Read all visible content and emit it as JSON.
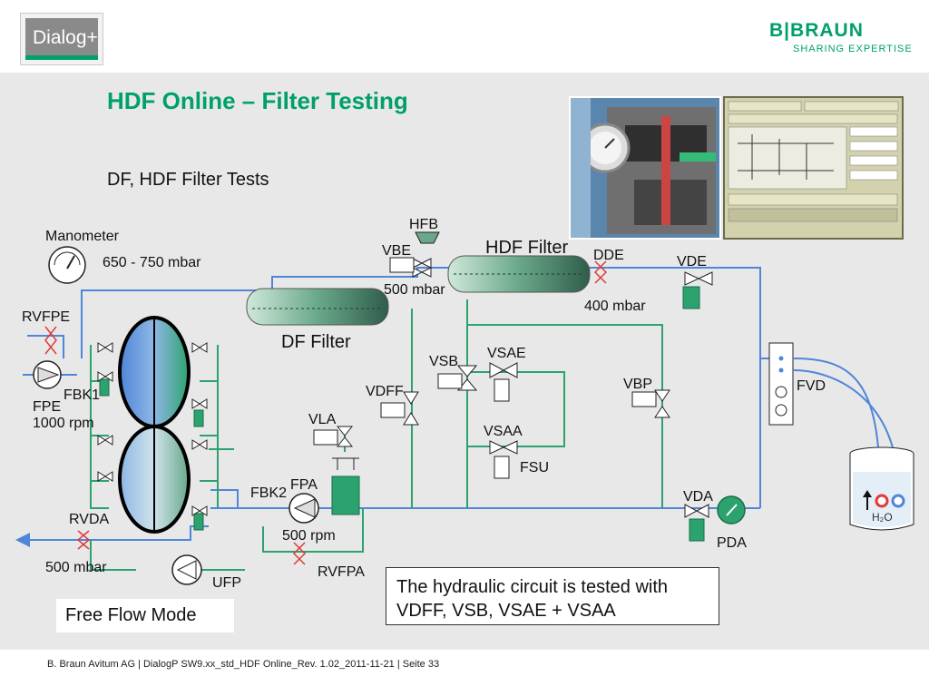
{
  "header": {
    "logo_text": "Dialog+",
    "brand_name": "B|BRAUN",
    "brand_tagline": "SHARING EXPERTISE"
  },
  "slide": {
    "title": "HDF Online – Filter Testing",
    "subtitle": "DF, HDF Filter Tests"
  },
  "labels": {
    "manometer": "Manometer",
    "manometer_range": "650 - 750 mbar",
    "rvfpe": "RVFPE",
    "fbk1": "FBK1",
    "fpe": "FPE",
    "fpe_rpm": "1000 rpm",
    "rvda": "RVDA",
    "rvda_mbar": "500 mbar",
    "ufp": "UFP",
    "df_filter": "DF Filter",
    "hdf_filter": "HDF Filter",
    "hfb": "HFB",
    "vbe": "VBE",
    "vbe_mbar": "500 mbar",
    "dde": "DDE",
    "dde_mbar": "400 mbar",
    "vde": "VDE",
    "vsb": "VSB",
    "vsae": "VSAE",
    "vsaa": "VSAA",
    "fsu": "FSU",
    "vdff": "VDFF",
    "vla": "VLA",
    "fbk2": "FBK2",
    "fpa": "FPA",
    "fpa_rpm": "500 rpm",
    "rvfpa": "RVFPA",
    "vbp": "VBP",
    "vda": "VDA",
    "pda": "PDA",
    "fvd": "FVD",
    "h2o": "H₂O"
  },
  "info_box": {
    "line1": "The hydraulic circuit is tested with",
    "line2": "VDFF, VSB, VSAE + VSAA"
  },
  "mode_box": {
    "text": "Free Flow Mode"
  },
  "footer": {
    "text": "B. Braun Avitum AG | DialogP SW9.xx_std_HDF Online_Rev. 1.02_2011-11-21 | Seite   33"
  },
  "colors": {
    "brand_green": "#00a06a",
    "pipe_blue": "#4f86d9",
    "pipe_green": "#2ca36e",
    "valve_red": "#e03a3a",
    "slide_bg": "#e8e8e8"
  }
}
